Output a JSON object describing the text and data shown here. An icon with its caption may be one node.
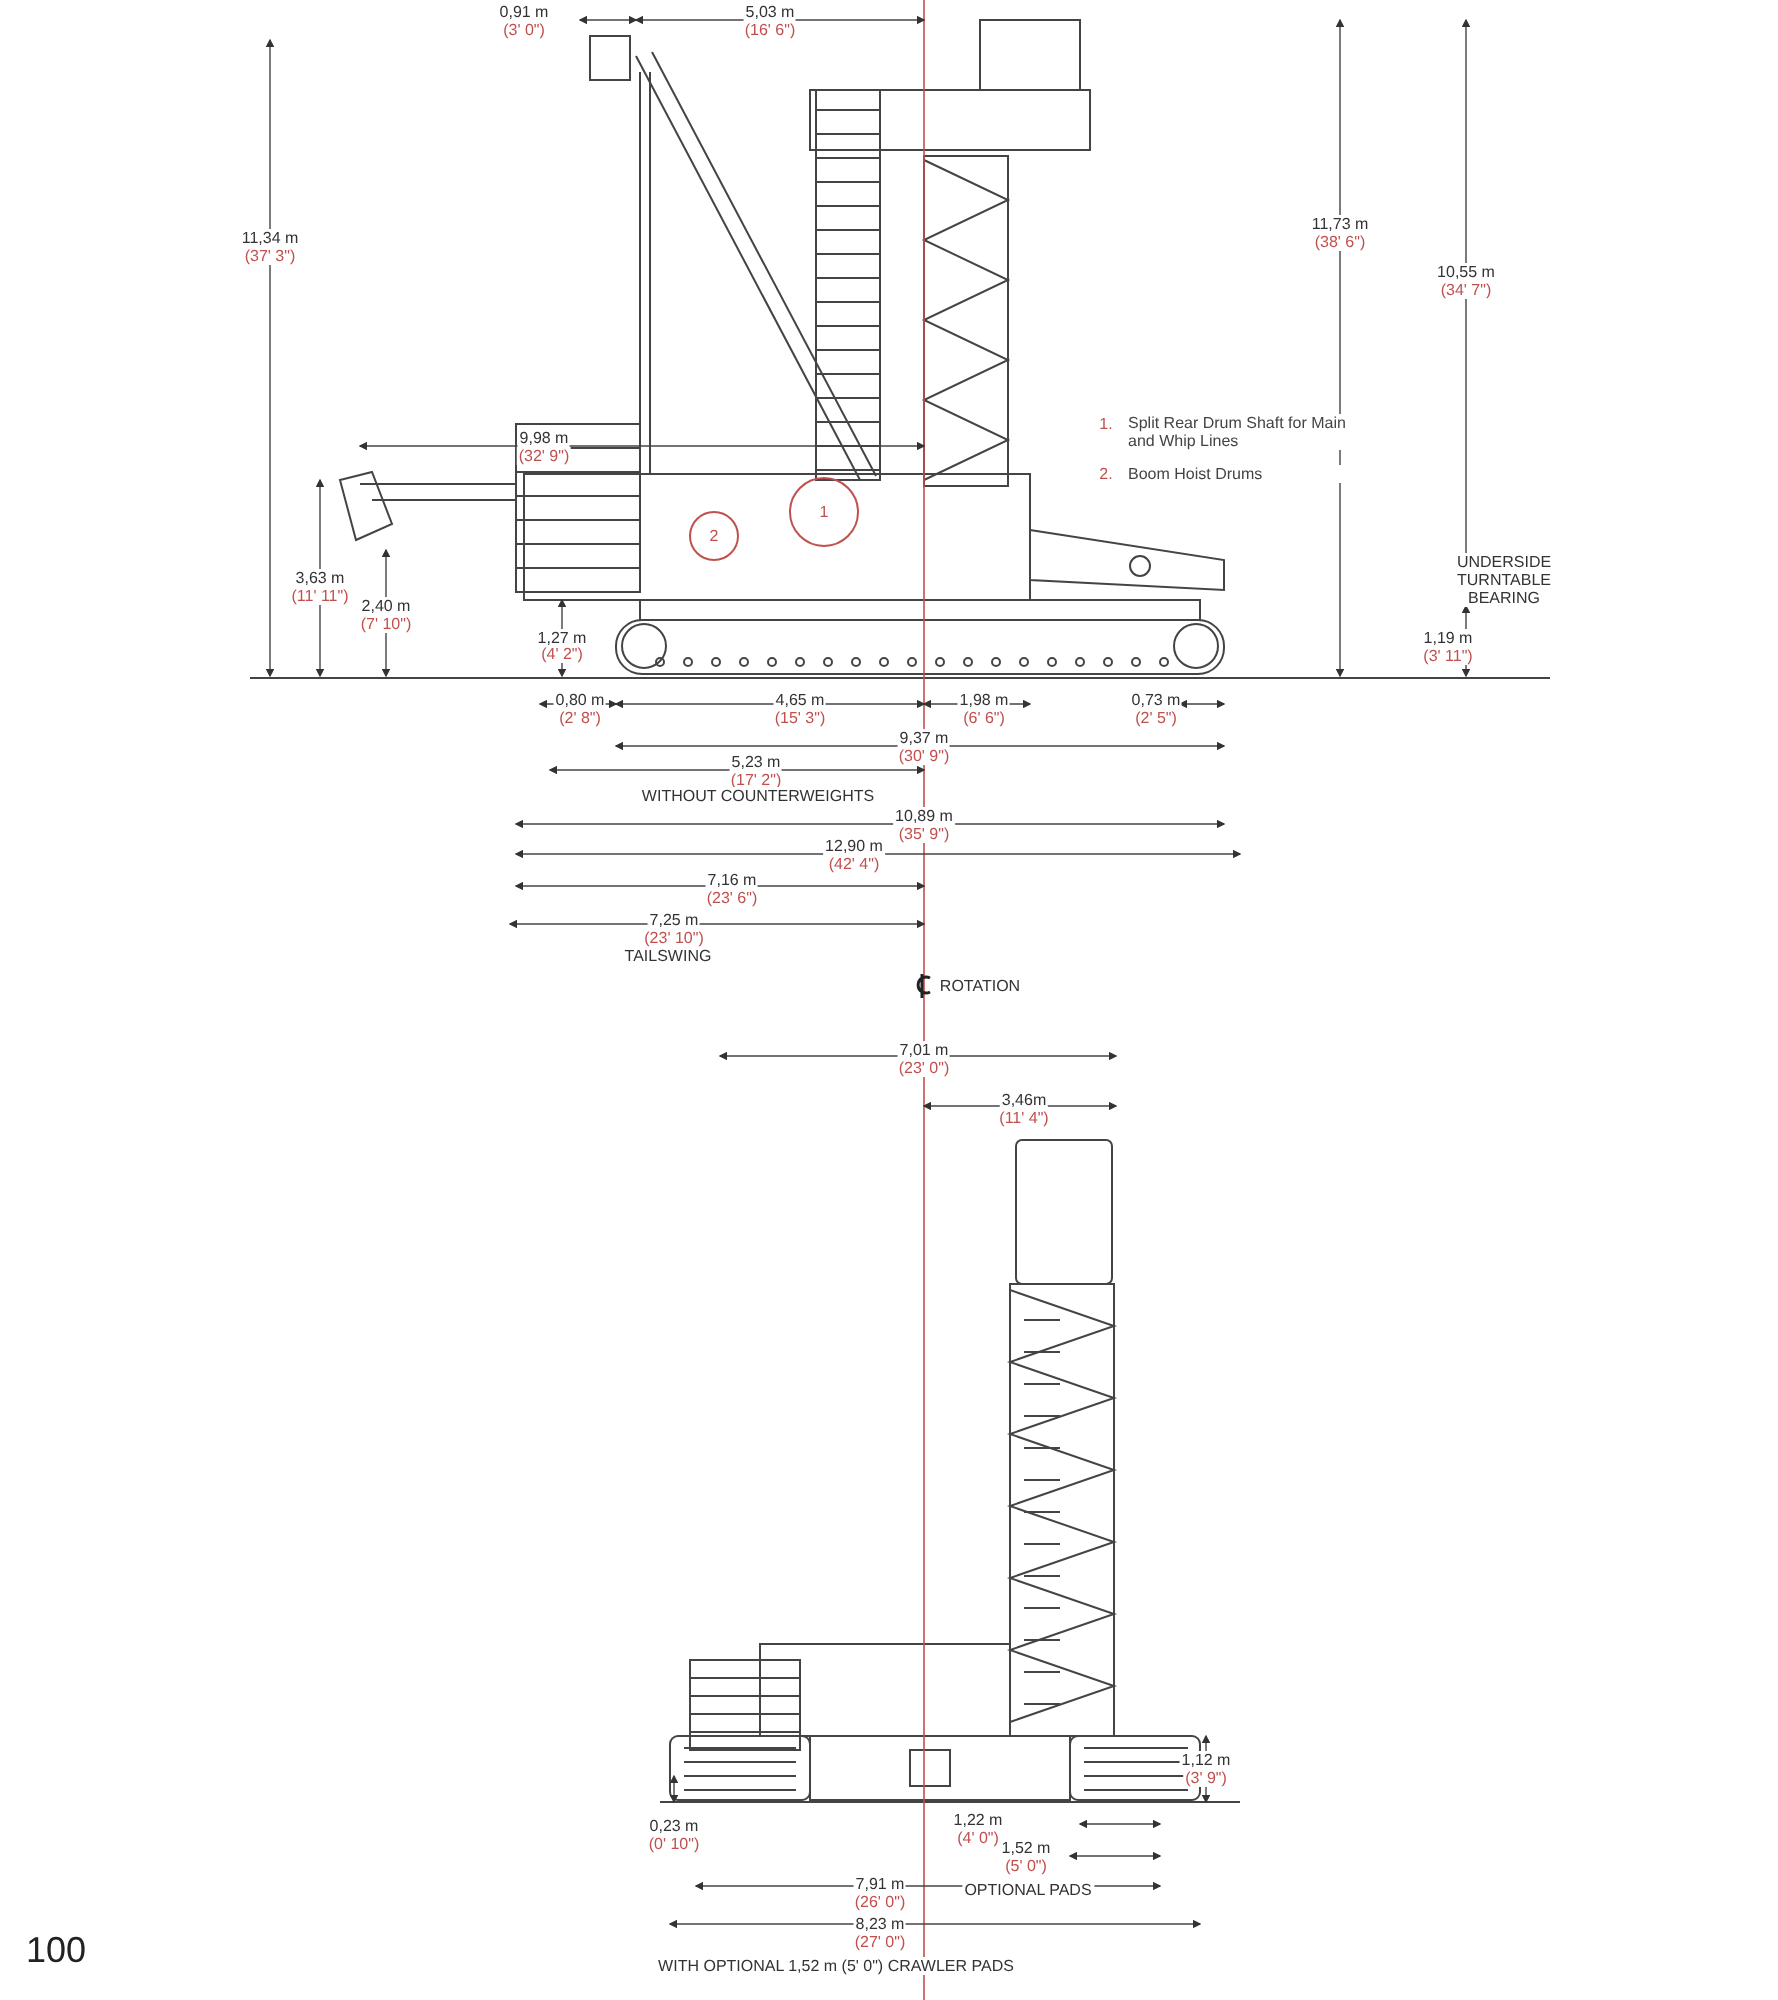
{
  "diagram": {
    "labels": [
      "0,91 m",
      "(3' 0\")",
      "5,03 m",
      "(16' 6\")",
      "11,34 m",
      "(37' 3\")",
      "11,73 m",
      "(38' 6\")",
      "10,55 m",
      "(34' 7\")",
      "1.",
      "Split Rear Drum Shaft for Main and Whip Lines",
      "2.",
      "Boom Hoist Drums",
      "9,98 m",
      "(32' 9\")",
      "2",
      "1",
      "3,63 m",
      "(11' 11\")",
      "2,40 m",
      "(7' 10\")",
      "UNDERSIDE TURNTABLE BEARING",
      "1,27 m",
      "(4' 2\")",
      "1,19 m",
      "(3' 11\")",
      "0,80 m",
      "(2' 8\")",
      "4,65 m",
      "(15' 3\")",
      "1,98 m",
      "(6' 6\")",
      "0,73 m",
      "(2' 5\")",
      "9,37 m",
      "(30' 9\")",
      "5,23 m",
      "(17' 2\")",
      "WITHOUT COUNTERWEIGHTS",
      "10,89 m",
      "(35' 9\")",
      "12,90 m",
      "(42' 4\")",
      "7,16 m",
      "(23' 6\")",
      "7,25 m",
      "(23' 10\")",
      "TAILSWING",
      "ROTATION",
      "7,01 m",
      "(23' 0\")",
      "3,46m",
      "(11' 4\")",
      "1,12 m",
      "(3' 9\")",
      "0,23 m",
      "(0' 10\")",
      "1,22 m",
      "(4' 0\")",
      "1,52 m",
      "(5' 0\")",
      "OPTIONAL PADS",
      "7,91 m",
      "(26' 0\")",
      "8,23 m",
      "(27' 0\")",
      "WITH OPTIONAL 1,52 m (5' 0\") CRAWLER PADS",
      "100"
    ]
  }
}
